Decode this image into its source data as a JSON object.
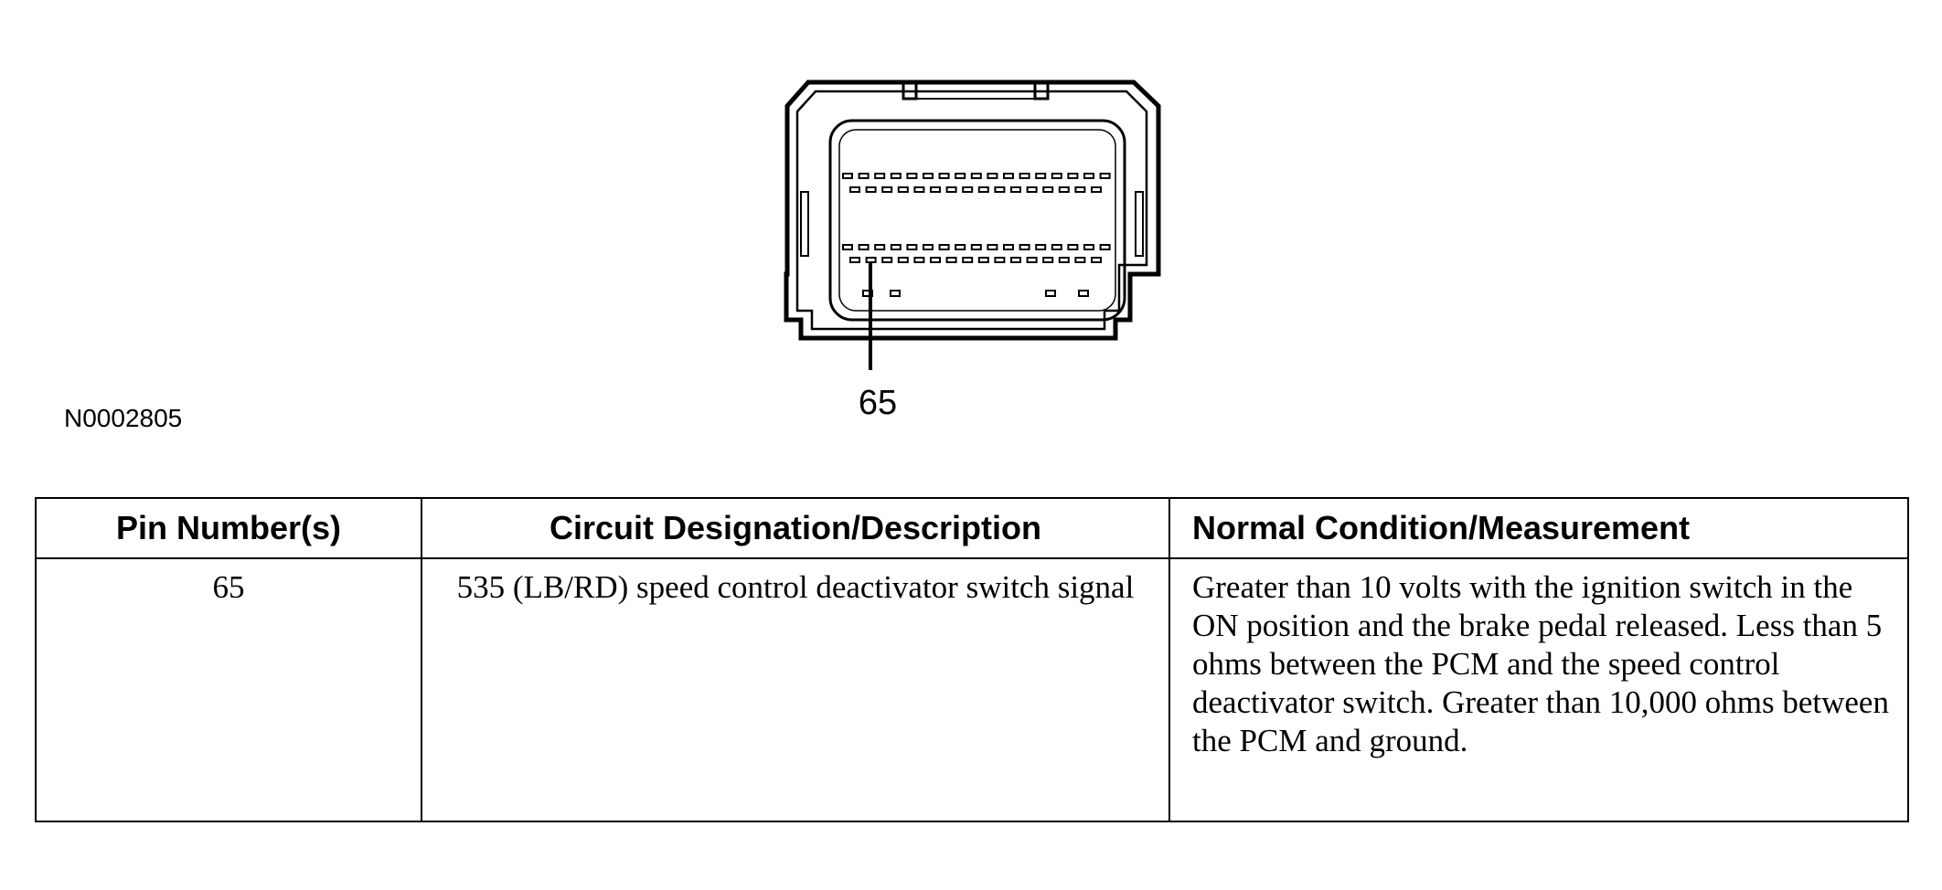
{
  "figure_id": "N0002805",
  "callout": "65",
  "table": {
    "headers": [
      "Pin Number(s)",
      "Circuit Designation/Description",
      "Normal Condition/Measurement"
    ],
    "rows": [
      {
        "pin": "65",
        "circuit": "535 (LB/RD) speed control deactivator switch signal",
        "condition": "Greater than 10 volts with the ignition switch in the ON position and the brake pedal released. Less than 5 ohms between the PCM and the speed control deactivator switch. Greater than 10,000 ohms between the PCM and ground."
      }
    ]
  }
}
